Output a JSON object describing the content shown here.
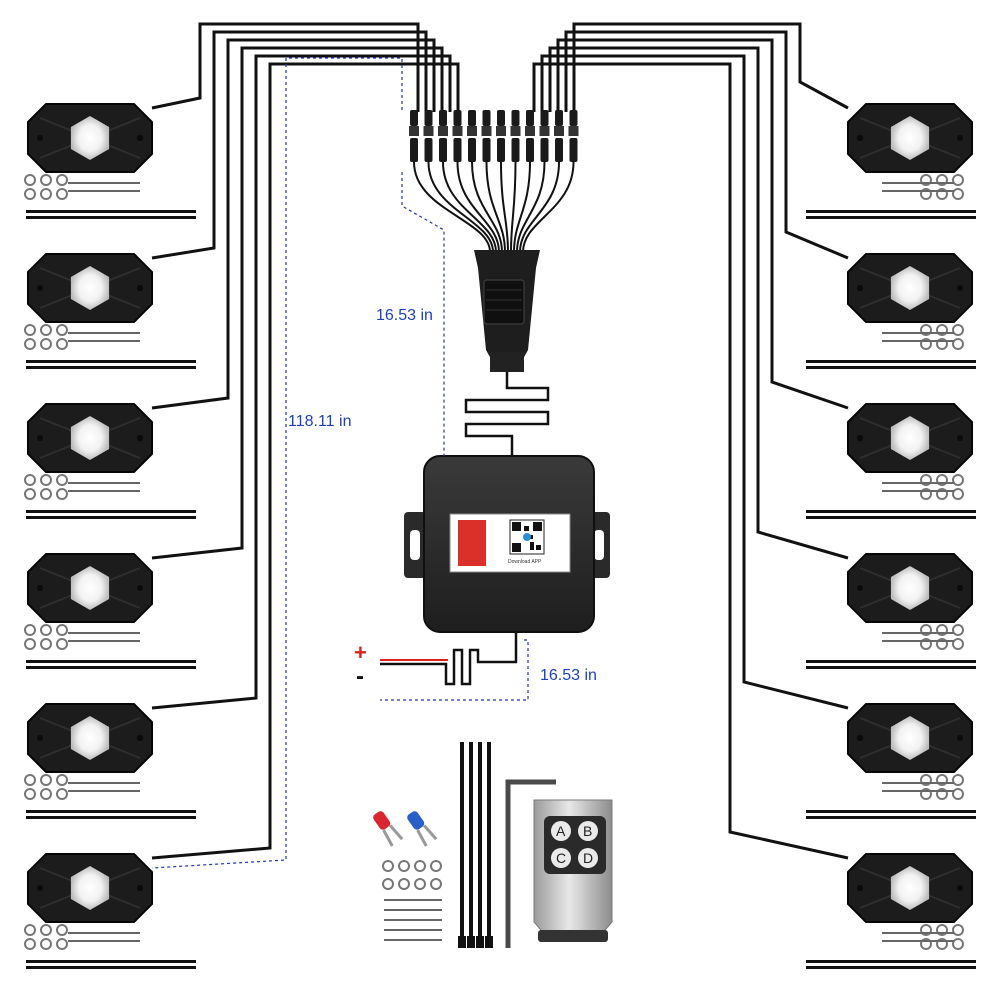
{
  "dimensions": {
    "harness_length": "16.53 in",
    "extension_length": "118.11 in",
    "power_lead_length": "16.53 in"
  },
  "power_polarity": {
    "positive": "+",
    "negative": "-"
  },
  "remote_buttons": [
    "A",
    "B",
    "C",
    "D"
  ],
  "controller_label": {
    "app_text": "Download APP"
  },
  "pods": {
    "count_per_side": 6
  },
  "colors": {
    "wire": "#111111",
    "dimension_line": "#2233bb",
    "positive": "#e02020",
    "pod_body": "#1c1c1c",
    "pod_lens": "#ffffff",
    "controller": "#2b2b2b",
    "qr_panel_red": "#d9302a",
    "fork_red": "#d8272e",
    "fork_blue": "#2a5fc8",
    "remote_body": "#c9c9c9"
  }
}
